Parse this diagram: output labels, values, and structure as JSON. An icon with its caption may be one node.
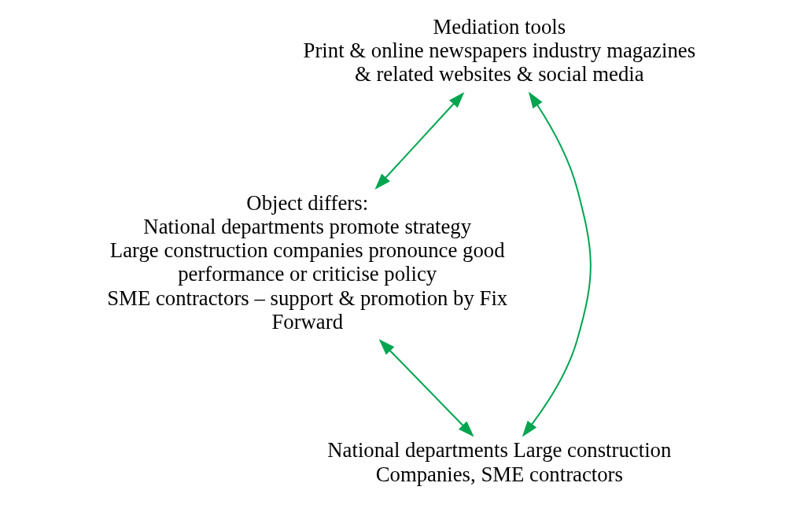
{
  "diagram": {
    "nodes": [
      {
        "text": [
          "Mediation tools",
          "Print & online newspapers industry magazines & related websites & social media"
        ]
      },
      {
        "text": [
          "Object differs:",
          "National departments promote strategy",
          "Large construction companies pronounce good performance or criticise policy",
          "SME contractors – support & promotion by Fix Forward"
        ]
      },
      {
        "text": [
          "National departments Large construction Companies, SME contractors"
        ]
      }
    ],
    "edges": [
      {
        "from": 0,
        "to": 1,
        "arrow": "both"
      },
      {
        "from": 1,
        "to": 2,
        "arrow": "both"
      },
      {
        "from": 0,
        "to": 2,
        "arrow": "both"
      }
    ]
  }
}
